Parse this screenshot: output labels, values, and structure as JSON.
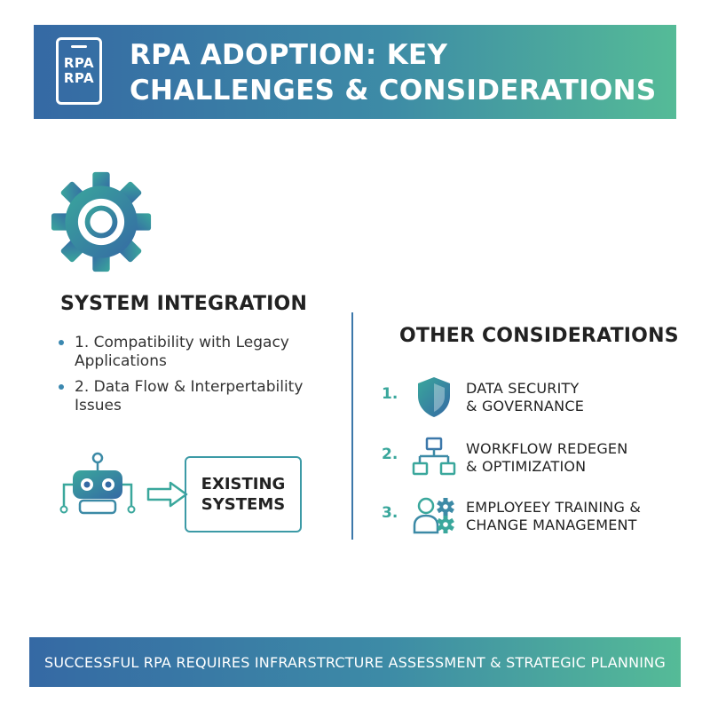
{
  "header": {
    "logo_lines": [
      "RPA",
      "RPA"
    ],
    "title_line1": "RPA ADOPTION: KEY",
    "title_line2": "CHALLENGES & CONSIDERATIONS"
  },
  "left": {
    "title": "SYSTEM INTEGRATION",
    "items": [
      {
        "line1": "1. Compatibility with Legacy",
        "line2": "Applications"
      },
      {
        "line1": "2. Data Flow & Interpertability",
        "line2": "Issues"
      }
    ],
    "box_line1": "EXISTING",
    "box_line2": "SYSTEMS"
  },
  "right": {
    "title": "OTHER CONSIDERATIONS",
    "items": [
      {
        "number": "1.",
        "icon": "shield-icon",
        "line1": "DATA SECURITY",
        "line2": "& GOVERNANCE"
      },
      {
        "number": "2.",
        "icon": "workflow-icon",
        "line1": "WORKFLOW REDEGEN",
        "line2": "& OPTIMIZATION"
      },
      {
        "number": "3.",
        "icon": "employee-gear-icon",
        "line1": "EMPLOYEEY TRAINING &",
        "line2": "CHANGE MANAGEMENT"
      }
    ]
  },
  "footer": {
    "text": "SUCCESSFUL RPA REQUIRES INFRARSTRCTURE ASSESSMENT & STRATEGIC PLANNING"
  },
  "colors": {
    "gradient_start": "#3569a4",
    "gradient_end": "#55bb97",
    "accent_teal": "#3aa79c",
    "accent_blue": "#3c78aa"
  }
}
